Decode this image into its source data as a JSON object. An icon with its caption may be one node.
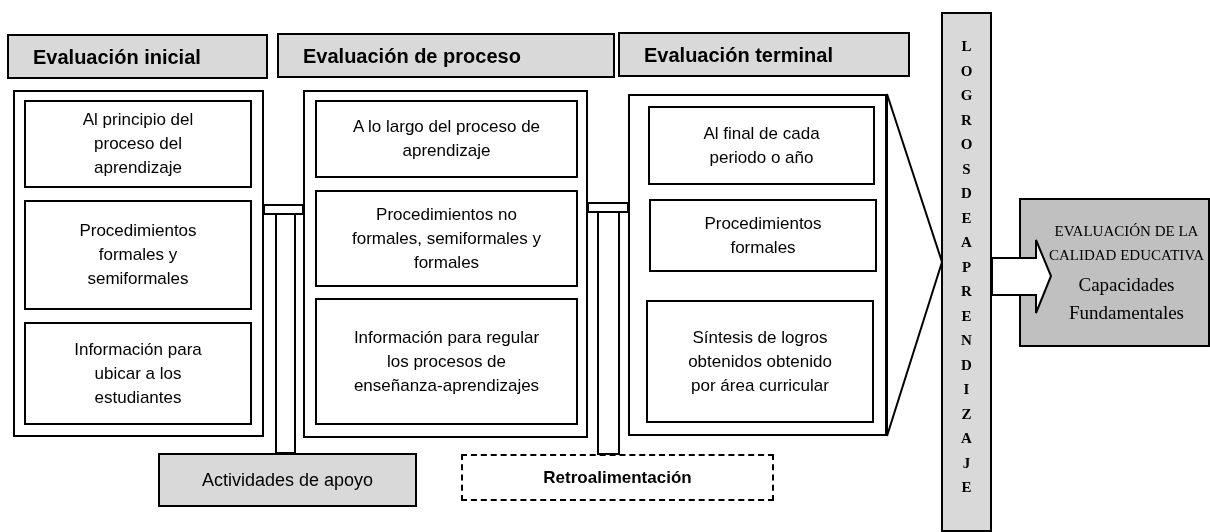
{
  "diagram": {
    "nodes": [
      {
        "text": [
          "Evaluación inicial"
        ]
      },
      {
        "text": [
          "Evaluación de proceso"
        ]
      },
      {
        "text": [
          "Evaluación terminal"
        ]
      },
      {
        "text": [],
        "shape": "box"
      },
      {
        "text": [
          "Al principio del proceso del aprendizaje"
        ],
        "in": 3
      },
      {
        "text": [
          "Procedimientos formales y semiformales"
        ],
        "in": 3
      },
      {
        "text": [
          "Información para ubicar a los estudiantes"
        ],
        "in": 3
      },
      {
        "text": [],
        "shape": "box"
      },
      {
        "text": [
          "A lo largo del proceso de aprendizaje"
        ],
        "in": 7
      },
      {
        "text": [
          "Procedimientos no formales, semiformales y formales"
        ],
        "in": 7
      },
      {
        "text": [
          "Información para regular los procesos de enseñanza-aprendizajes"
        ],
        "in": 7
      },
      {
        "text": [],
        "shape": "box"
      },
      {
        "text": [
          "Al final de cada periodo o año"
        ],
        "in": 11
      },
      {
        "text": [
          "Procedimientos formales"
        ],
        "in": 11
      },
      {
        "text": [
          "Síntesis de logros obtenidos obtenido por área curricular"
        ],
        "in": 11
      },
      {
        "text": [
          "LOGROS DE APRENDIZAJE"
        ]
      },
      {
        "text": [
          "EVALUACIÓN DE LA CALIDAD EDUCATIVA",
          "Capacidades Fundamentales"
        ]
      },
      {
        "text": [
          "Actividades de apoyo"
        ]
      },
      {
        "text": [
          "Retroalimentación"
        ]
      }
    ],
    "edges": [
      {
        "from": 3,
        "to": 7,
        "arrow": "none"
      },
      {
        "from": 7,
        "to": 11,
        "arrow": "none"
      },
      {
        "from": 3,
        "to": 17,
        "arrow": "none"
      },
      {
        "from": 7,
        "to": 18,
        "arrow": "none"
      },
      {
        "from": 11,
        "to": 15,
        "arrow": "none"
      },
      {
        "from": 15,
        "to": 16,
        "arrow": "to"
      }
    ]
  }
}
